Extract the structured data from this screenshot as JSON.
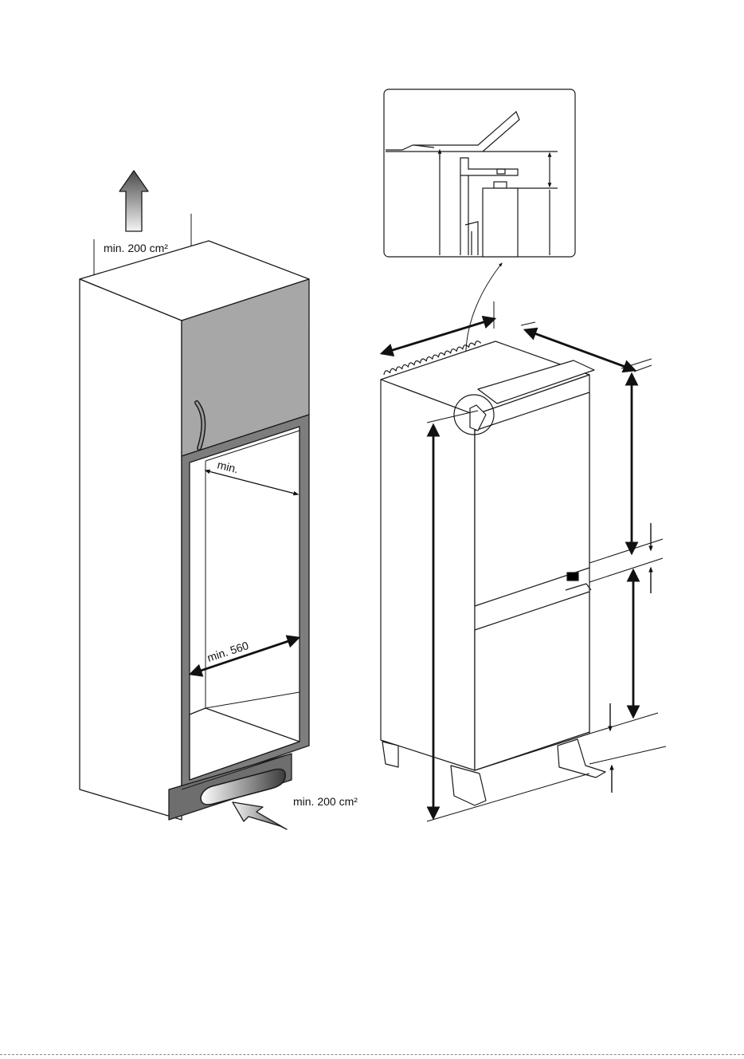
{
  "labels": {
    "top_vent": "min. 200 cm²",
    "bottom_vent": "min. 200 cm²",
    "niche_depth": "min.",
    "niche_width": "min. 560"
  },
  "colors": {
    "line": "#1a1a1a",
    "cabinet_door": "#a9a9a9",
    "cabinet_frame": "#7a7a7a",
    "plinth": "#6e6e6e",
    "arrow_gradient_start": "#f2f2f2",
    "arrow_gradient_end": "#5a5a5a"
  },
  "icons": {
    "airflow_up": "arrow-up-icon",
    "airflow_in": "arrow-diagonal-icon"
  }
}
